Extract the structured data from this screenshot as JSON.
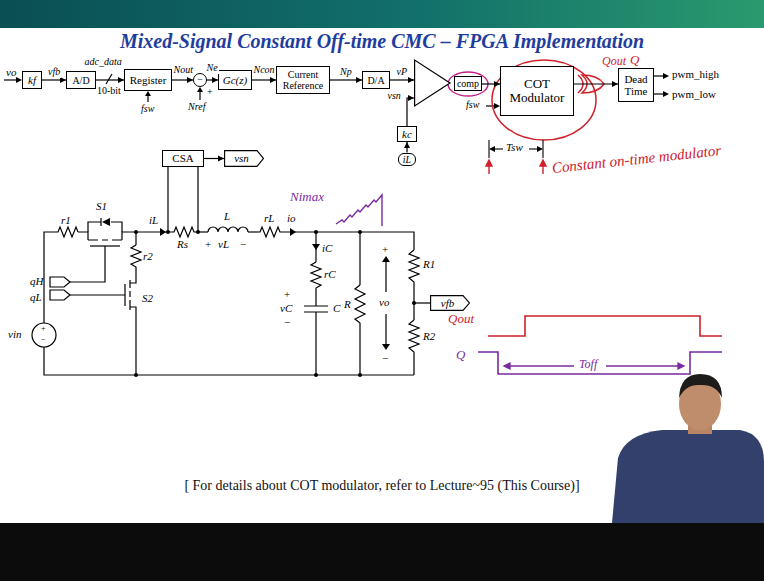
{
  "diagram": {
    "title": "Mixed-Signal Constant Off-time CMC – FPGA Implementation",
    "caption": "[ For details about COT modulator, refer to Lecture~95 (This Course)]",
    "nodes": [
      {
        "text": [
          "kf"
        ]
      },
      {
        "text": [
          "A/D"
        ]
      },
      {
        "text": [
          "Register"
        ]
      },
      {
        "text": [
          "−",
          "+"
        ]
      },
      {
        "text": [
          "Gc(z)"
        ]
      },
      {
        "text": [
          "Current Reference"
        ]
      },
      {
        "text": [
          "D/A"
        ]
      },
      {
        "text": [
          "comp"
        ]
      },
      {
        "text": [
          "COT Modulator"
        ]
      },
      {
        "text": [
          "Dead Time"
        ]
      },
      {
        "text": [
          "kc"
        ]
      },
      {
        "text": [
          "iL"
        ]
      },
      {
        "text": [
          "CSA"
        ]
      },
      {
        "text": [
          "vsn"
        ]
      },
      {
        "text": [
          "vfb"
        ]
      }
    ],
    "edges": [
      {
        "from": 0,
        "to": 1,
        "label": "vfb",
        "arrow": "to"
      },
      {
        "from": 1,
        "to": 2,
        "label": "adc_data",
        "arrow": "to"
      },
      {
        "from": 2,
        "to": 3,
        "label": "Nout",
        "arrow": "to"
      },
      {
        "from": 3,
        "to": 4,
        "label": "Ne",
        "arrow": "to"
      },
      {
        "from": 4,
        "to": 5,
        "label": "Ncon",
        "arrow": "to"
      },
      {
        "from": 5,
        "to": 6,
        "label": "Np",
        "arrow": "to"
      },
      {
        "from": 6,
        "to": 7,
        "label": "vP",
        "arrow": "to"
      },
      {
        "from": 10,
        "to": 7,
        "label": "vsn",
        "arrow": "to"
      },
      {
        "from": 7,
        "to": 8,
        "arrow": "to"
      },
      {
        "from": 8,
        "to": 9,
        "arrow": "to"
      },
      {
        "from": 11,
        "to": 10,
        "arrow": "to"
      },
      {
        "from": 12,
        "to": 13,
        "arrow": "to"
      }
    ],
    "labels": [
      "vo",
      "10-bit",
      "fsw",
      "Nref",
      "fsw",
      "Tsw",
      "pwm_high",
      "pwm_low",
      "Qout",
      "Q",
      "Constant on-time modulator",
      "Nimax",
      "vin",
      "+",
      "−",
      "r1",
      "S1",
      "qH",
      "qL",
      "r2",
      "S2",
      "iL",
      "Rs",
      "L",
      "+",
      "vL",
      "−",
      "rL",
      "io",
      "iC",
      "rC",
      "+",
      "vC",
      "−",
      "C",
      "R",
      "+",
      "vo",
      "−",
      "R1",
      "R2",
      "Qout",
      "Q",
      "Toff"
    ]
  }
}
